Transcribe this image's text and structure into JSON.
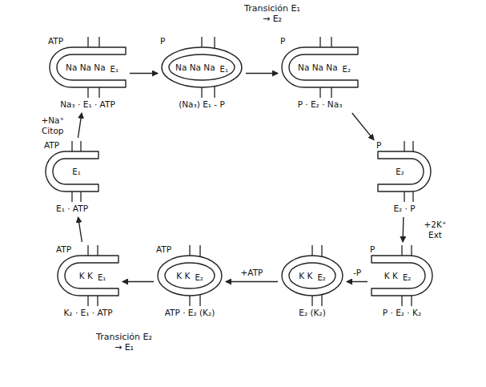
{
  "diagram": {
    "nodes": [
      {
        "text": [
          "ATP",
          "Na Na Na",
          "E₁",
          "Na₃ · E₁ · ATP"
        ]
      },
      {
        "text": [
          "P",
          "Na Na Na",
          "E₁",
          "(Na₃) E₁ - P"
        ]
      },
      {
        "text": [
          "P",
          "Na Na Na",
          "E₂",
          "P · E₂ · Na₃"
        ]
      },
      {
        "text": [
          "P",
          "E₂",
          "E₂ · P"
        ]
      },
      {
        "text": [
          "P",
          "K K",
          "E₂",
          "P · E₂ · K₂"
        ]
      },
      {
        "text": [
          "K K",
          "E₂",
          "E₂ (K₂)"
        ]
      },
      {
        "text": [
          "ATP",
          "K K",
          "E₂",
          "ATP · E₂ (K₂)"
        ]
      },
      {
        "text": [
          "ATP",
          "K K",
          "E₁",
          "K₂ · E₁ · ATP"
        ]
      },
      {
        "text": [
          "ATP",
          "E₁",
          "E₁ · ATP"
        ]
      }
    ],
    "edges": [
      {
        "from": 0,
        "to": 1,
        "arrow": "to"
      },
      {
        "from": 1,
        "to": 2,
        "arrow": "to"
      },
      {
        "from": 2,
        "to": 3,
        "arrow": "to"
      },
      {
        "from": 3,
        "to": 4,
        "label": "+2K⁺ Ext",
        "arrow": "to"
      },
      {
        "from": 4,
        "to": 5,
        "label": "-P",
        "arrow": "to"
      },
      {
        "from": 5,
        "to": 6,
        "label": "+ATP",
        "arrow": "to"
      },
      {
        "from": 6,
        "to": 7,
        "arrow": "to"
      },
      {
        "from": 7,
        "to": 8,
        "arrow": "to"
      },
      {
        "from": 8,
        "to": 0,
        "label": "+Na⁺ Citop",
        "arrow": "to"
      }
    ],
    "labels": [
      "Transición E₁ → E₂",
      "Transición E₂ → E₁"
    ]
  }
}
